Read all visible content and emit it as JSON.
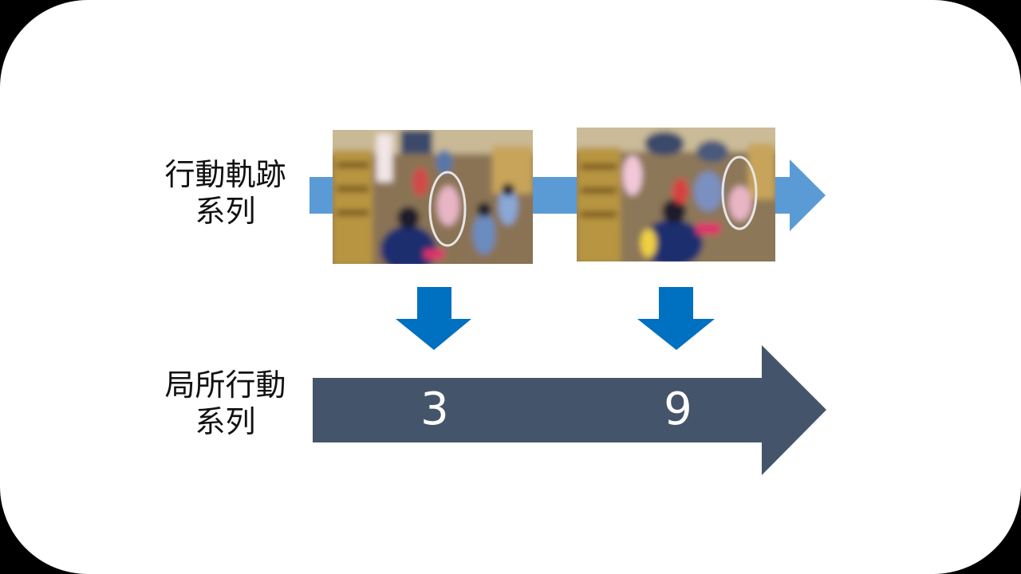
{
  "labels": {
    "trajectory_line1": "行動軌跡",
    "trajectory_line2": "系列",
    "local_line1": "局所行動",
    "local_line2": "系列"
  },
  "sequence_values": [
    "3",
    "9"
  ],
  "colors": {
    "top_arrow": "#5b9bd5",
    "down_arrow": "#0070c0",
    "timeline": "#44546a",
    "ellipse": "#e6e6e6"
  }
}
